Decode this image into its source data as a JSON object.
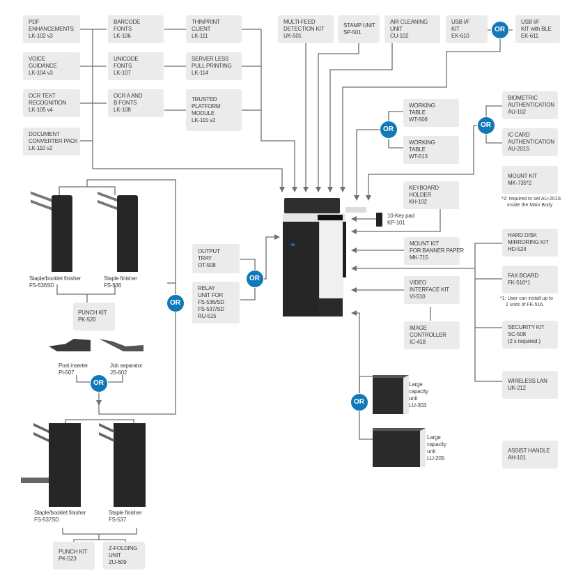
{
  "diagram": {
    "accent_or_color": "#1278b8",
    "or_label": "OR",
    "options_left_col1": [
      {
        "lines": [
          "PDF",
          "ENHANCEMENTS",
          "LK-102 v3"
        ]
      },
      {
        "lines": [
          "VOICE",
          "GUIDANCE",
          "LK-104 v3"
        ]
      },
      {
        "lines": [
          "OCR TEXT",
          "RECOGNITION",
          "LK-105 v4"
        ]
      },
      {
        "lines": [
          "DOCUMENT",
          "CONVERTER PACK",
          "LK-110 v2"
        ]
      }
    ],
    "options_left_col2": [
      {
        "lines": [
          "BARCODE",
          "FONTS",
          "LK-106"
        ]
      },
      {
        "lines": [
          "UNICODE",
          "FONTS",
          "LK-107"
        ]
      },
      {
        "lines": [
          "OCR A AND",
          "B FONTS",
          "LK-108"
        ]
      }
    ],
    "options_col3": [
      {
        "lines": [
          "THINPRINT",
          "CLIENT",
          "LK-111"
        ]
      },
      {
        "lines": [
          "SERVER LESS",
          "PULL PRINTING",
          "LK-114"
        ]
      },
      {
        "lines": [
          "TRUSTED",
          "PLATFORM",
          "MODULE",
          "LK-115 v2"
        ]
      }
    ],
    "options_top": [
      {
        "lines": [
          "MULTI-FEED",
          "DETECTION KIT",
          "UK-501"
        ]
      },
      {
        "lines": [
          "STAMP UNIT",
          "SP-501"
        ]
      },
      {
        "lines": [
          "AIR CLEANING",
          "UNIT",
          "CU-102"
        ]
      },
      {
        "lines": [
          "USB I/F",
          "KIT",
          "EK-610"
        ]
      },
      {
        "lines": [
          "USB I/F",
          "KIT with BLE",
          "EK-611"
        ]
      }
    ],
    "working_tables": [
      {
        "lines": [
          "WORKING",
          "TABLE",
          "WT-506"
        ]
      },
      {
        "lines": [
          "WORKING",
          "TABLE",
          "WT-513"
        ]
      }
    ],
    "authentication": [
      {
        "lines": [
          "BIOMETRIC",
          "AUTHENTICATION",
          "AU-102"
        ]
      },
      {
        "lines": [
          "IC CARD",
          "AUTHENTICATION",
          "AU-201S"
        ]
      }
    ],
    "mount_kit_735": {
      "lines": [
        "MOUNT KIT",
        "MK-735*2"
      ],
      "note": [
        "*2: required to set AU-201S",
        "Inside the Main Body"
      ]
    },
    "keyboard_holder": {
      "lines": [
        "KEYBOARD",
        "HOLDER",
        "KH-102"
      ]
    },
    "keypad": {
      "lines": [
        "10-Key pad",
        "KP-101"
      ]
    },
    "mount_kit_banner": {
      "lines": [
        "MOUNT KIT",
        "FOR BANNER PAPER",
        "MK-715"
      ]
    },
    "video_interface": {
      "lines": [
        "VIDEO",
        "INTERFACE KIT",
        "VI-510"
      ]
    },
    "image_controller": {
      "lines": [
        "IMAGE",
        "CONTROLLER",
        "IC-418"
      ]
    },
    "right_internal": [
      {
        "lines": [
          "HARD DISK",
          "MIRRORING KIT",
          "HD-524"
        ]
      },
      {
        "lines": [
          "FAX BOARD",
          "FK-516*1"
        ],
        "note": [
          "*1: User can install up to",
          "2 units of FK-516."
        ]
      },
      {
        "lines": [
          "SECURITY KIT",
          "SC-508",
          "(2 x required.)"
        ]
      },
      {
        "lines": [
          "WIRELESS LAN",
          "UK-212"
        ]
      }
    ],
    "assist_handle": {
      "lines": [
        "ASSIST HANDLE",
        "AH-101"
      ]
    },
    "output_tray": {
      "lines": [
        "OUTPUT",
        "TRAY",
        "OT-508"
      ]
    },
    "relay_unit": {
      "lines": [
        "RELAY",
        "UNIT FOR",
        "FS-536/SD",
        "FS-537/SD",
        "RU-515"
      ]
    },
    "finishers_upper": [
      {
        "lines": [
          "Staple/booklet finisher",
          "FS-536SD"
        ]
      },
      {
        "lines": [
          "Staple finisher",
          "FS-536"
        ]
      }
    ],
    "punch_kit_520": {
      "lines": [
        "PUNCH KIT",
        "PK-520"
      ]
    },
    "inserters": [
      {
        "lines": [
          "Post inserter",
          "PI-507"
        ]
      },
      {
        "lines": [
          "Job separator",
          "JS-602"
        ]
      }
    ],
    "finishers_lower": [
      {
        "lines": [
          "Staple/booklet finisher",
          "FS-537SD"
        ]
      },
      {
        "lines": [
          "Staple finisher",
          "FS-537"
        ]
      }
    ],
    "lower_options": [
      {
        "lines": [
          "PUNCH KIT",
          "PK-523"
        ]
      },
      {
        "lines": [
          "Z-FOLDING",
          "UNIT",
          "ZU-609"
        ]
      }
    ],
    "large_capacity": [
      {
        "lines": [
          "Large",
          "capacity",
          "unit",
          "LU-303"
        ]
      },
      {
        "lines": [
          "Large",
          "capacity",
          "unit",
          "LU-205"
        ]
      }
    ]
  }
}
